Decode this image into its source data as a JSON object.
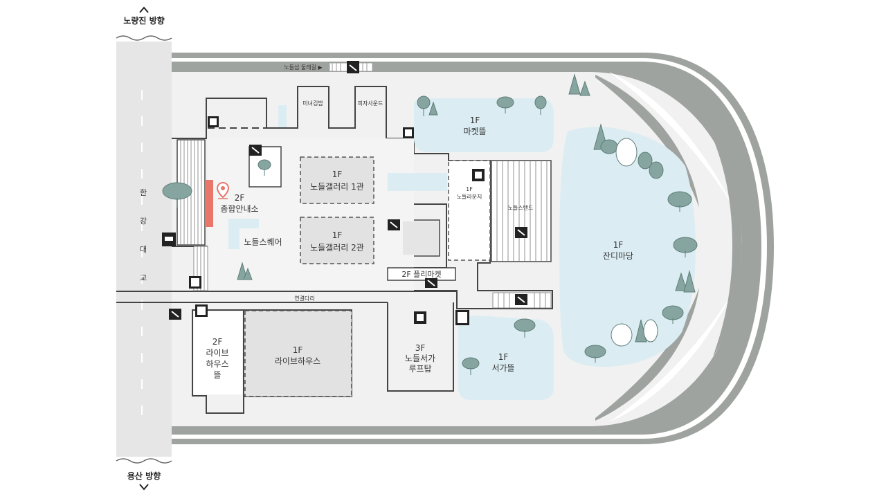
{
  "map": {
    "directions": {
      "north": "노량진 방향",
      "south": "용산 방향"
    },
    "bridge": {
      "name": [
        "한",
        "강",
        "대",
        "교"
      ]
    },
    "labels": {
      "walkway": "노들섬 둘레길 ▶",
      "connector": "연결다리",
      "restaurant_1": "미녀김밥",
      "restaurant_2": "피자사운드"
    },
    "venues": {
      "info_center": [
        "2F",
        "종합안내소"
      ],
      "square": "노들스퀘어",
      "gallery_1": [
        "1F",
        "노들갤러리 1관"
      ],
      "gallery_2": [
        "1F",
        "노들갤러리 2관"
      ],
      "flea_market": "2F 플리마켓",
      "market_field": [
        "1F",
        "마켓뜰"
      ],
      "lounge": [
        "1F",
        "노들라운지"
      ],
      "stand": "노들스탠드",
      "lawn": [
        "1F",
        "잔디마당"
      ],
      "livehouse_yard": [
        "2F",
        "라이브",
        "하우스",
        "뜰"
      ],
      "livehouse": [
        "1F",
        "라이브하우스"
      ],
      "rooftop": [
        "3F",
        "노들서가",
        "루프탑"
      ],
      "bookstore_yard": [
        "1F",
        "서가뜰"
      ]
    },
    "colors": {
      "water": "#dbedf3",
      "road": "#e6e6e6",
      "ring": "#9fa3a0",
      "tree": "#86a5a0",
      "gallery": "#e2e2e2",
      "building_line": "#444444",
      "info_marker": "#e8766b"
    }
  }
}
